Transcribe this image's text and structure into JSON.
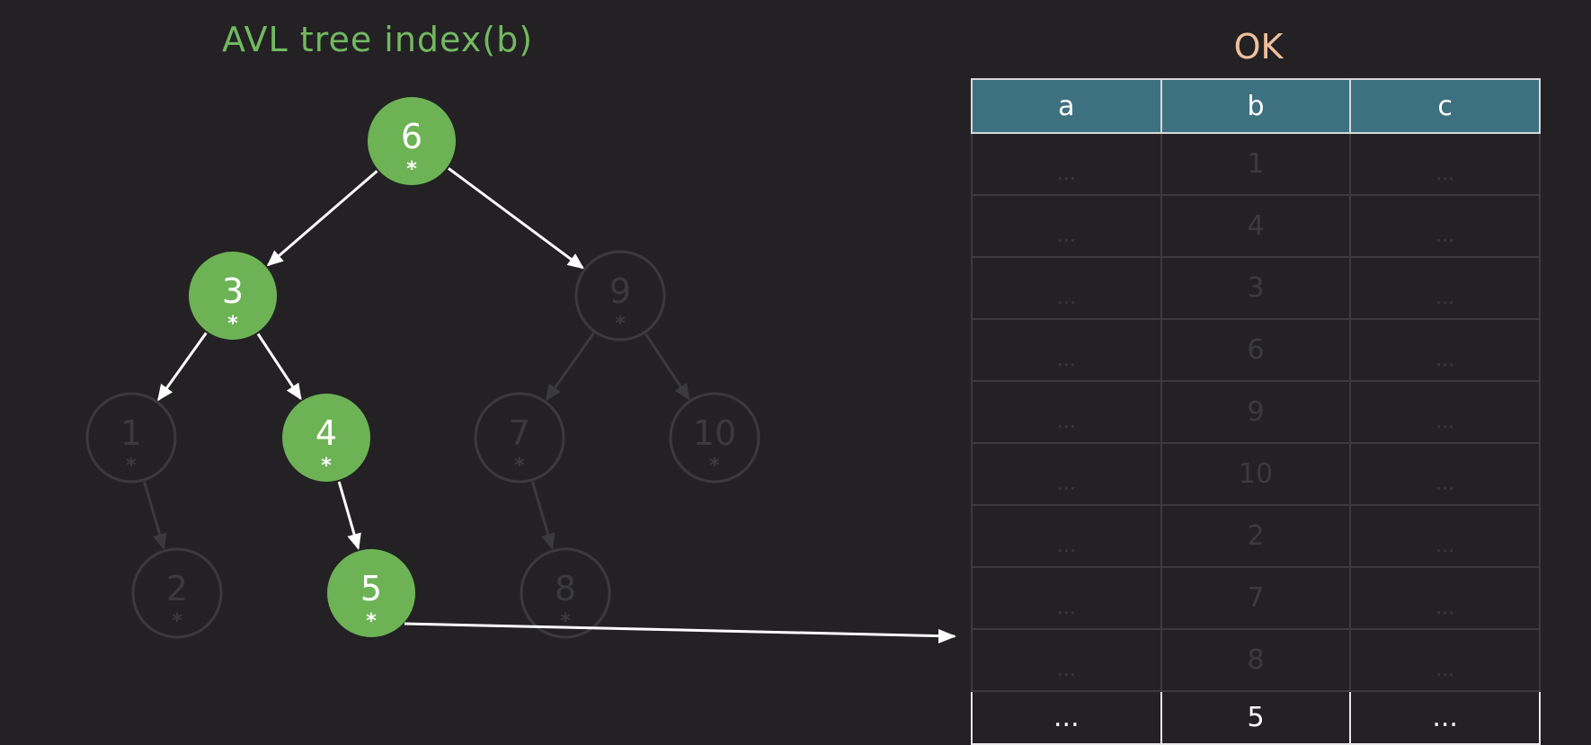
{
  "title": "AVL tree index(b)",
  "status": "OK",
  "colors": {
    "background": "#232124",
    "active_node": "#6db356",
    "title": "#72b860",
    "status": "#efbf9c",
    "table_header": "#3e7180",
    "inactive": "#3a3a3c"
  },
  "tree": {
    "nodes": [
      {
        "id": "n6",
        "key": "6",
        "mark": "*",
        "active": true
      },
      {
        "id": "n3",
        "key": "3",
        "mark": "*",
        "active": true
      },
      {
        "id": "n9",
        "key": "9",
        "mark": "*",
        "active": false
      },
      {
        "id": "n1",
        "key": "1",
        "mark": "*",
        "active": false
      },
      {
        "id": "n4",
        "key": "4",
        "mark": "*",
        "active": true
      },
      {
        "id": "n7",
        "key": "7",
        "mark": "*",
        "active": false
      },
      {
        "id": "n10",
        "key": "10",
        "mark": "*",
        "active": false
      },
      {
        "id": "n2",
        "key": "2",
        "mark": "*",
        "active": false
      },
      {
        "id": "n5",
        "key": "5",
        "mark": "*",
        "active": true
      },
      {
        "id": "n8",
        "key": "8",
        "mark": "*",
        "active": false
      }
    ],
    "edges": [
      {
        "from": "n6",
        "to": "n3",
        "active": true
      },
      {
        "from": "n6",
        "to": "n9",
        "active": true
      },
      {
        "from": "n3",
        "to": "n1",
        "active": true
      },
      {
        "from": "n3",
        "to": "n4",
        "active": true
      },
      {
        "from": "n9",
        "to": "n7",
        "active": false
      },
      {
        "from": "n9",
        "to": "n10",
        "active": false
      },
      {
        "from": "n1",
        "to": "n2",
        "active": false
      },
      {
        "from": "n4",
        "to": "n5",
        "active": true
      },
      {
        "from": "n7",
        "to": "n8",
        "active": false
      }
    ]
  },
  "table": {
    "columns": [
      "a",
      "b",
      "c"
    ],
    "rows": [
      [
        "...",
        "1",
        "..."
      ],
      [
        "...",
        "4",
        "..."
      ],
      [
        "...",
        "3",
        "..."
      ],
      [
        "...",
        "6",
        "..."
      ],
      [
        "...",
        "9",
        "..."
      ],
      [
        "...",
        "10",
        "..."
      ],
      [
        "...",
        "2",
        "..."
      ],
      [
        "...",
        "7",
        "..."
      ],
      [
        "...",
        "8",
        "..."
      ],
      [
        "...",
        "5",
        "..."
      ]
    ],
    "highlighted_row": 9
  }
}
